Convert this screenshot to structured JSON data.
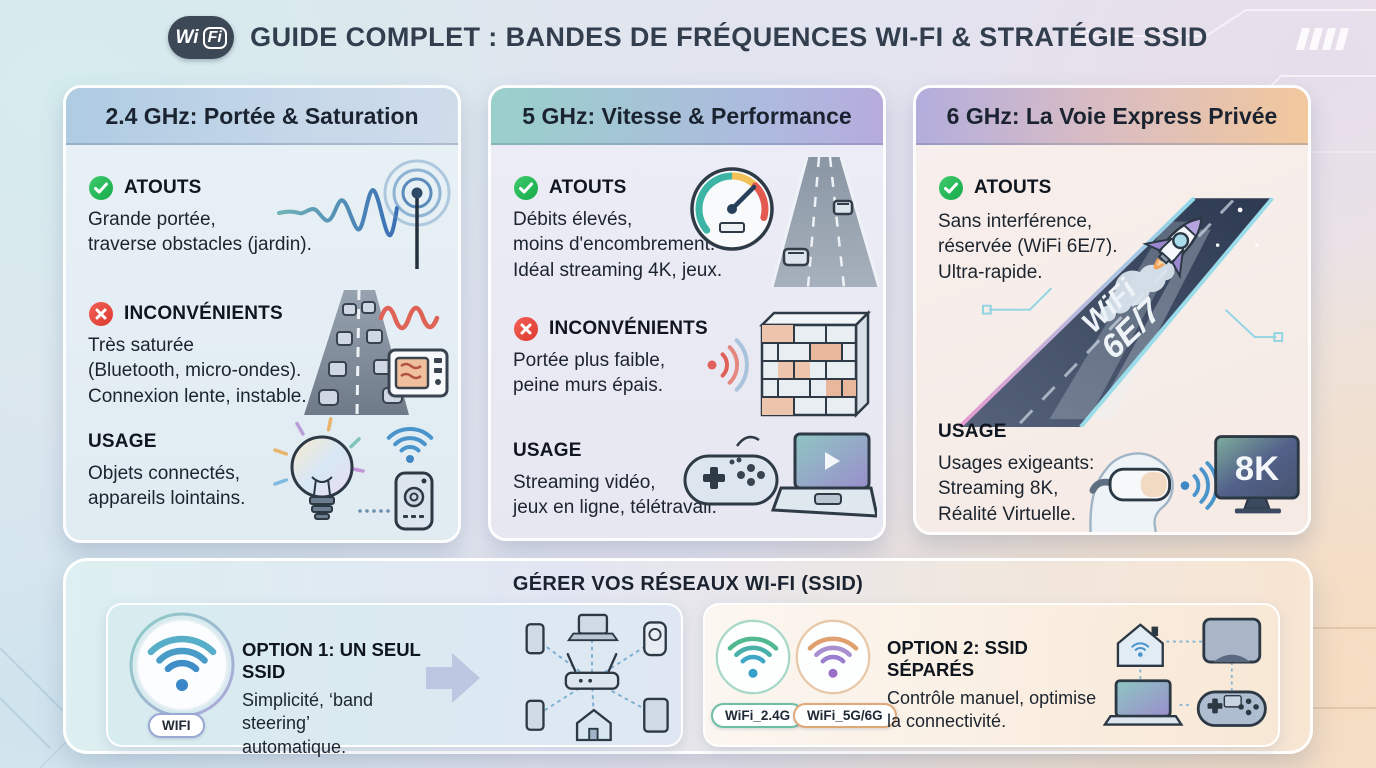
{
  "header": {
    "logo_wi": "Wi",
    "logo_fi": "Fi",
    "title": "GUIDE COMPLET : BANDES DE FRÉQUENCES WI-FI & STRATÉGIE SSID"
  },
  "cards": [
    {
      "title": "2.4 GHz: Portée & Saturation",
      "pros_label": "ATOUTS",
      "pros_text": "Grande portée,\ntraverse obstacles (jardin).",
      "cons_label": "INCONVÉNIENTS",
      "cons_text": "Très saturée\n(Bluetooth, micro-ondes).\nConnexion lente, instable.",
      "usage_label": "USAGE",
      "usage_text": "Objets connectés,\nappareils lointains."
    },
    {
      "title": "5 GHz: Vitesse & Performance",
      "pros_label": "ATOUTS",
      "pros_text": "Débits élevés,\nmoins d'encombrement.\nIdéal streaming 4K, jeux.",
      "cons_label": "INCONVÉNIENTS",
      "cons_text": "Portée plus faible,\npeine murs épais.",
      "usage_label": "USAGE",
      "usage_text": "Streaming vidéo,\njeux en ligne, télétravail."
    },
    {
      "title": "6 GHz: La Voie Express Privée",
      "pros_label": "ATOUTS",
      "pros_text": "Sans interférence,\nréservée (WiFi 6E/7).\nUltra-rapide.",
      "usage_label": "USAGE",
      "usage_text": "Usages exigeants:\nStreaming 8K,\nRéalité Virtuelle.",
      "road_label_top": "WiFi",
      "road_label_bottom": "6E/7",
      "tv_label": "8K"
    }
  ],
  "ssid": {
    "title": "GÉRER VOS RÉSEAUX WI-FI (SSID)",
    "option1": {
      "title": "OPTION 1: UN SEUL SSID",
      "text": "Simplicité, ‘band steering’\nautomatique.",
      "badge": "WIFI"
    },
    "option2": {
      "title": "OPTION 2: SSID SÉPARÉS",
      "text": "Contrôle manuel, optimise\nla connectivité.",
      "badge_24": "WiFi_2.4G",
      "badge_56": "WiFi_5G/6G"
    }
  },
  "icons": [
    "wifi-logo",
    "check-circle-icon",
    "x-circle-icon",
    "antenna-signal-illustration",
    "traffic-jam-microwave-illustration",
    "smart-bulb-remote-illustration",
    "speedometer-highway-illustration",
    "wifi-brick-wall-illustration",
    "gamepad-laptop-illustration",
    "rocket-express-road-illustration",
    "vr-headset-8k-tv-illustration",
    "single-ssid-wifi-icon",
    "arrow-right-icon",
    "router-devices-illustration",
    "wifi-2-4g-icon",
    "wifi-5g-6g-icon",
    "devices-mesh-illustration"
  ],
  "colors": {
    "accent_green": "#2db45a",
    "accent_red": "#ee4b40",
    "title_text": "#323e4e",
    "card1_header": "#b4cfe4",
    "card2_header_from": "#99d0ca",
    "card2_header_to": "#b6abdc",
    "card3_header_from": "#b2addd",
    "card3_header_to": "#f2c89c"
  }
}
